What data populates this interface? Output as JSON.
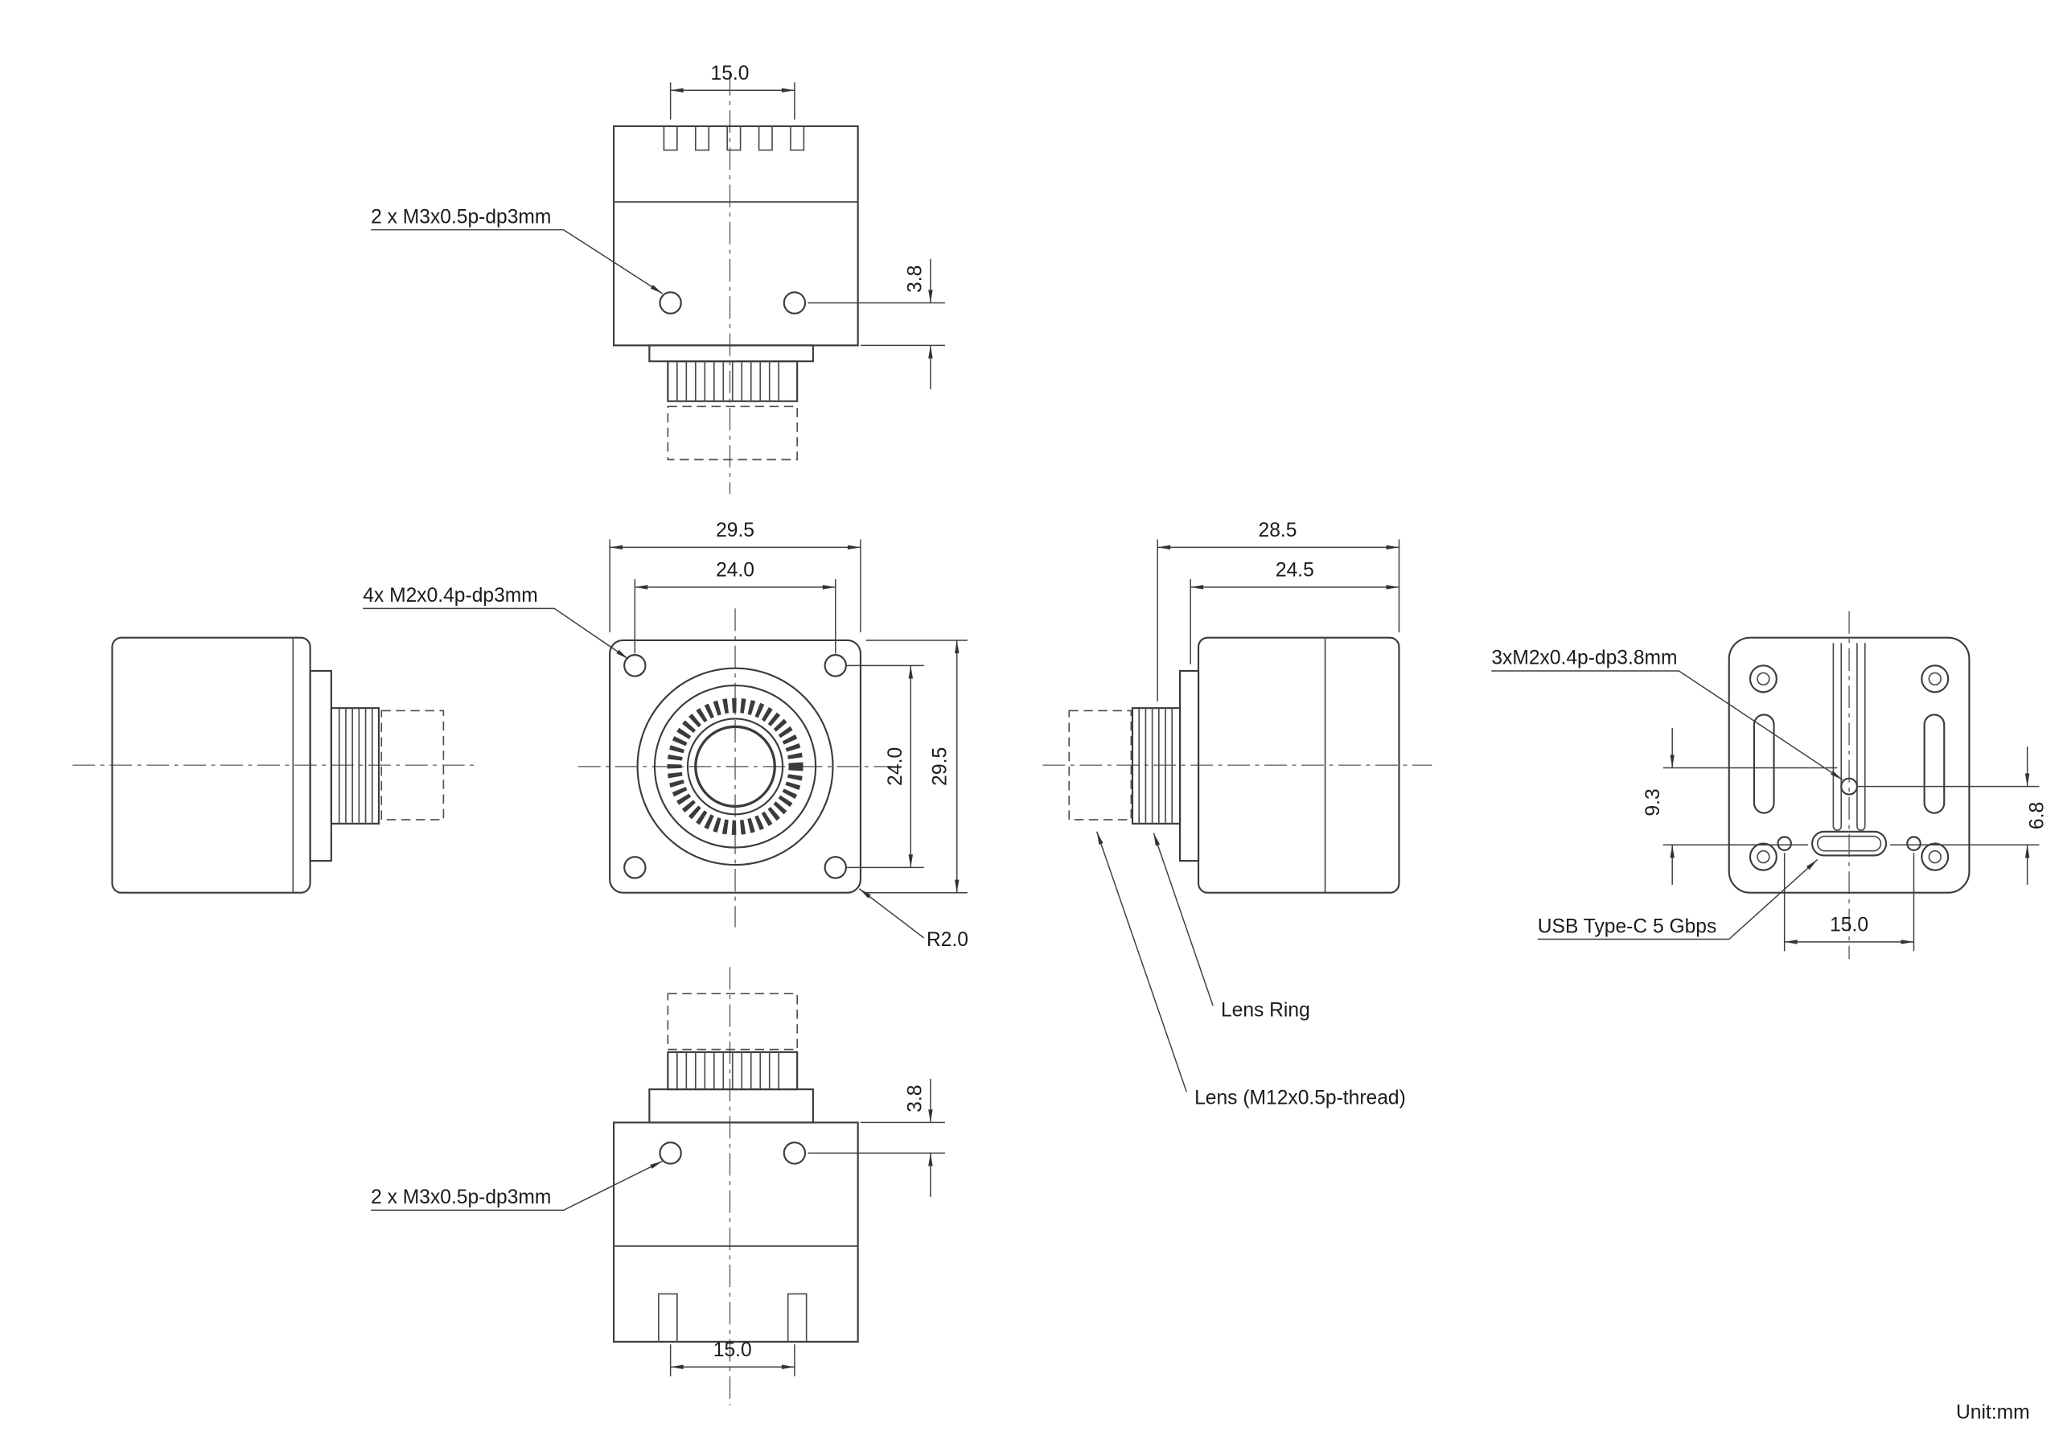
{
  "drawing": {
    "unit_note": "Unit:mm",
    "top_view": {
      "hole_label": "2 x M3x0.5p-dp3mm",
      "dim_hole_pitch": "15.0",
      "dim_hole_offset": "3.8"
    },
    "front_view": {
      "hole_label": "4x M2x0.4p-dp3mm",
      "dim_width_outer": "29.5",
      "dim_width_holes": "24.0",
      "dim_height_holes": "24.0",
      "dim_height_outer": "29.5",
      "corner_radius_label": "R2.0"
    },
    "side_view": {
      "dim_depth_outer": "28.5",
      "dim_depth_body": "24.5",
      "lens_ring_label": "Lens Ring",
      "lens_label": "Lens (M12x0.5p-thread)"
    },
    "back_view": {
      "hole_label": "3xM2x0.4p-dp3.8mm",
      "usb_label": "USB  Type-C  5 Gbps",
      "dim_hole_to_usb": "9.3",
      "dim_usb_offset": "6.8",
      "dim_screw_pitch": "15.0"
    },
    "bottom_view": {
      "hole_label": "2 x M3x0.5p-dp3mm",
      "dim_hole_offset": "3.8",
      "dim_hole_pitch": "15.0"
    }
  }
}
